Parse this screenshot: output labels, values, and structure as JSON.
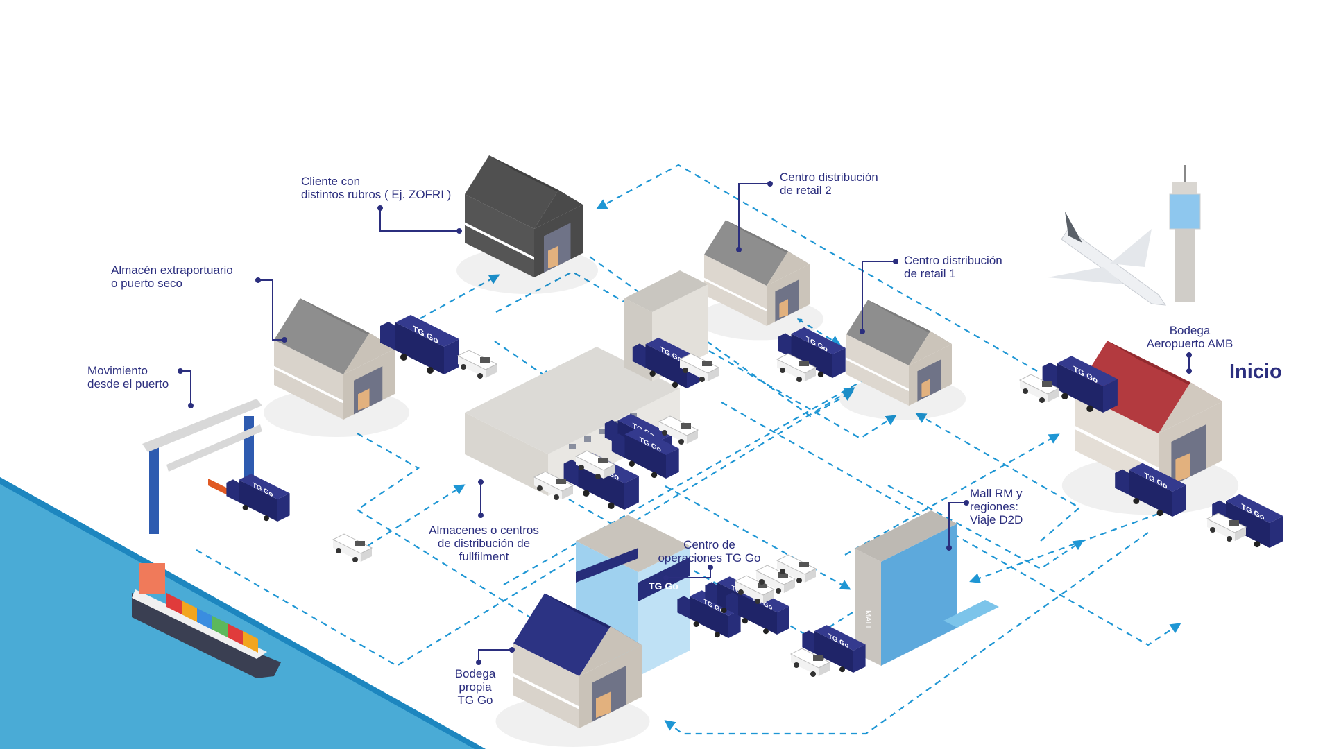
{
  "labels": {
    "cliente": "Cliente con\ndistintos rubros  ( Ej. ZOFRI )",
    "extraportuario": "Almacén extraportuario\no puerto seco",
    "movimiento": "Movimiento\ndesde el puerto",
    "fulfillment": "Almacenes o centros\nde distribución de\nfullfilment",
    "operaciones": "Centro de\noperaciones TG Go",
    "bodega_propia": "Bodega\npropia\nTG Go",
    "retail2": "Centro distribución\nde retail  2",
    "retail1": "Centro distribución\nde retail  1",
    "aeropuerto": "Bodega\nAeropuerto AMB",
    "inicio": "Inicio",
    "mall": "Mall RM y\nregiones:\nViaje D2D"
  },
  "logos": {
    "truck": "TG Go",
    "mall_sign": "MALL"
  },
  "colors": {
    "label": "#2b2e7e",
    "route": "#1e96d4",
    "sea": "#4aabd6",
    "brand_navy": "#272d7a",
    "airport_roof": "#a4282e"
  }
}
